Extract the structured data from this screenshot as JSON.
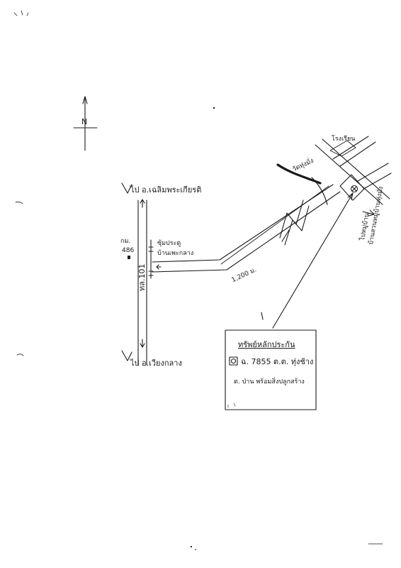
{
  "map": {
    "north": "N",
    "destination_top": "ไป อ.เฉลิมพระเกียรติ",
    "destination_bottom": "ไป อ.เวียงกลาง",
    "road_name": "ทล.101",
    "km_marker_prefix": "กม.",
    "km_marker_value": "486",
    "entrance_line1": "ซุ้มประตู",
    "entrance_line2": "บ้านเพะกลาง",
    "distance": "1,200 ม.",
    "temple": "วัดทุ่งมั่ง",
    "school": "โรงเรียน",
    "right_label_line1": "ไปหมู่บ้าน",
    "right_label_line2": "บ้านสวนหมู่บ้านทุ่งมั่ง",
    "legend": {
      "title": "ทรัพย์หลักประกัน",
      "deed": "ฉ. 7855  ต.ต. ทุ่งช้าง",
      "location": "ต. ป่าน  พร้อมสิ่งปลูกสร้าง"
    }
  }
}
